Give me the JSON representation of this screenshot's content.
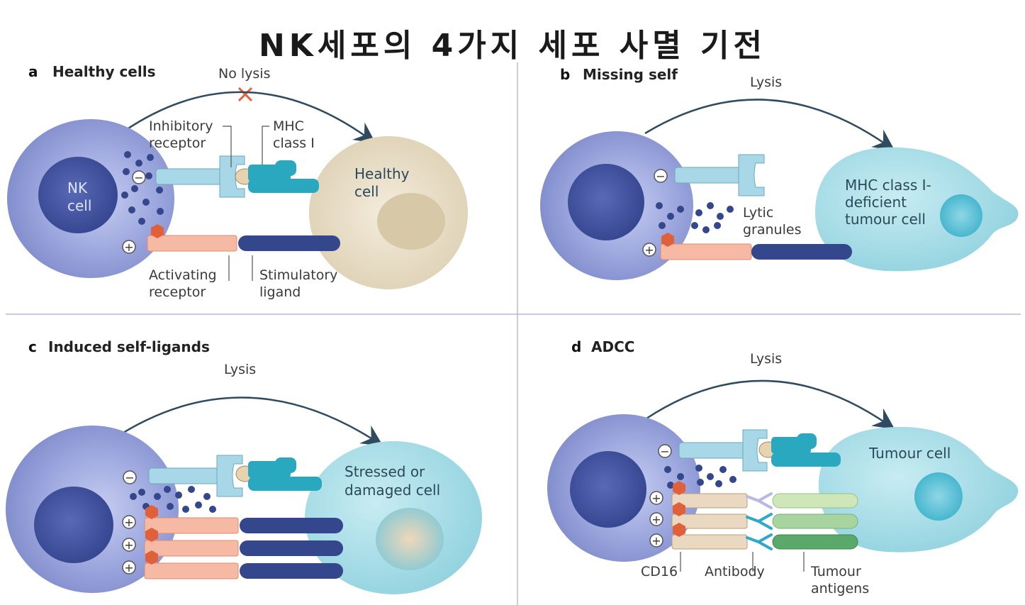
{
  "title": "NK세포의 4가지 세포 사멸 기전",
  "panels": {
    "a": {
      "letter": "a",
      "heading": "Healthy cells",
      "lysis": "No lysis",
      "nk_line1": "NK",
      "nk_line2": "cell",
      "target_line1": "Healthy",
      "target_line2": "cell",
      "inhib1": "Inhibitory",
      "inhib2": "receptor",
      "mhc1": "MHC",
      "mhc2": "class I",
      "act1": "Activating",
      "act2": "receptor",
      "stim1": "Stimulatory",
      "stim2": "ligand",
      "minus": "−",
      "plus": "+"
    },
    "b": {
      "letter": "b",
      "heading": "Missing self",
      "lysis": "Lysis",
      "target_line1": "MHC class I-",
      "target_line2": "deficient",
      "target_line3": "tumour cell",
      "lytic1": "Lytic",
      "lytic2": "granules",
      "minus": "−",
      "plus": "+"
    },
    "c": {
      "letter": "c",
      "heading": "Induced self-ligands",
      "lysis": "Lysis",
      "target_line1": "Stressed or",
      "target_line2": "damaged cell",
      "minus": "−",
      "plus": "+"
    },
    "d": {
      "letter": "d",
      "heading": "ADCC",
      "lysis": "Lysis",
      "target_line1": "Tumour cell",
      "cd16": "CD16",
      "antibody": "Antibody",
      "antigen1": "Tumour",
      "antigen2": "antigens",
      "minus": "−",
      "plus": "+"
    }
  },
  "colors": {
    "nk_outer": "#8f9bd6",
    "nk_nucleus": "#3f4f9c",
    "healthy_cell": "#e8dcc4",
    "tumour_cell": "#8fd0dc",
    "inhibitory": "#a8d8e8",
    "mhc": "#2aa8c0",
    "activating": "#f6b9a4",
    "ligand": "#34468c",
    "granule": "#34468c",
    "hexagon": "#e0603a",
    "antigen": "#9acb9a",
    "divider": "#b8b8d8"
  }
}
